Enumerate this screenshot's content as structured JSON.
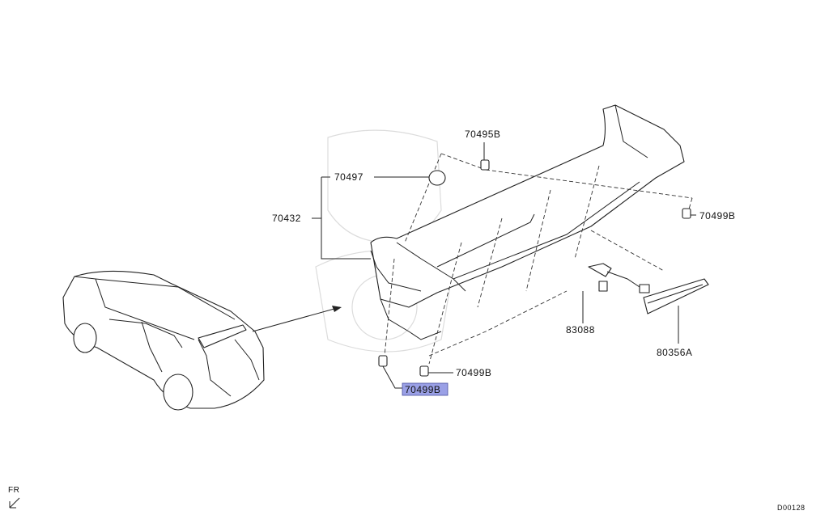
{
  "callouts": {
    "c70495b": "70495B",
    "c70497": "70497",
    "c70432": "70432",
    "c70499b_right": "70499B",
    "c70499b_mid": "70499B",
    "c70499b_sel": "70499B",
    "c83088": "83088",
    "c80356a": "80356A"
  },
  "orientation": "FR",
  "diagram_code": "D00128",
  "colors": {
    "highlight": "#9aa0e6",
    "line": "#222222"
  }
}
